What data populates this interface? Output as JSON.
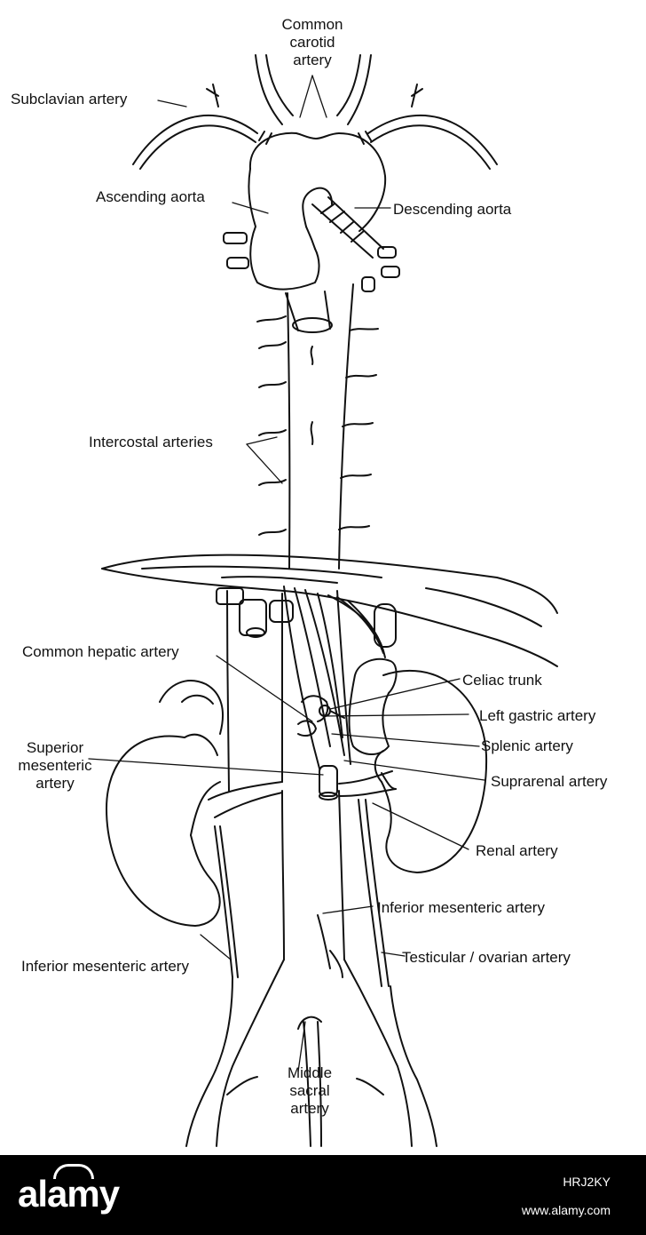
{
  "diagram": {
    "labels": {
      "common_carotid": "Common\ncarotid\nartery",
      "subclavian": "Subclavian artery",
      "ascending_aorta": "Ascending aorta",
      "descending_aorta": "Descending aorta",
      "intercostal": "Intercostal arteries",
      "common_hepatic": "Common hepatic artery",
      "celiac_trunk": "Celiac trunk",
      "left_gastric": "Left gastric artery",
      "splenic": "Splenic artery",
      "superior_mesenteric": "Superior\nmesenteric\nartery",
      "suprarenal": "Suprarenal artery",
      "renal": "Renal artery",
      "inferior_mesenteric_right": "Inferior mesenteric artery",
      "inferior_mesenteric_left": "Inferior mesenteric artery",
      "testicular_ovarian": "Testicular / ovarian artery",
      "middle_sacral": "Middle\nsacral\nartery"
    }
  },
  "footer": {
    "brand": "alamy",
    "image_code": "HRJ2KY",
    "site": "www.alamy.com"
  }
}
